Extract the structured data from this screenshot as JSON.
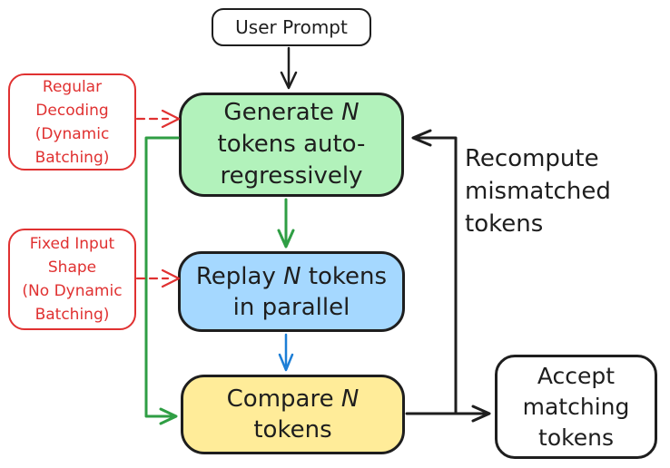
{
  "colors": {
    "ink": "#1e1e1e",
    "red": "#e03131",
    "green_stroke": "#2f9e44",
    "blue_stroke": "#1c7ed6",
    "green_fill": "#b2f2bb",
    "blue_fill": "#a5d8ff",
    "yellow_fill": "#ffec99",
    "white_fill": "#ffffff"
  },
  "nodes": {
    "user_prompt": {
      "label": "User Prompt"
    },
    "generate": {
      "line1_pre": "Generate",
      "n": "N",
      "line2": "tokens auto-",
      "line3": "regressively"
    },
    "replay": {
      "line1_pre": "Replay",
      "n": "N",
      "line1_post": "tokens",
      "line2": "in parallel"
    },
    "compare": {
      "line1_pre": "Compare",
      "n": "N",
      "line2": "tokens"
    },
    "accept": {
      "label": "Accept\nmatching\ntokens"
    }
  },
  "annotations": {
    "regular_decoding": {
      "label": "Regular\nDecoding\n(Dynamic\nBatching)"
    },
    "fixed_input": {
      "label": "Fixed Input\nShape\n(No Dynamic\nBatching)"
    },
    "recompute": {
      "label": "Recompute\nmismatched\ntokens"
    }
  }
}
